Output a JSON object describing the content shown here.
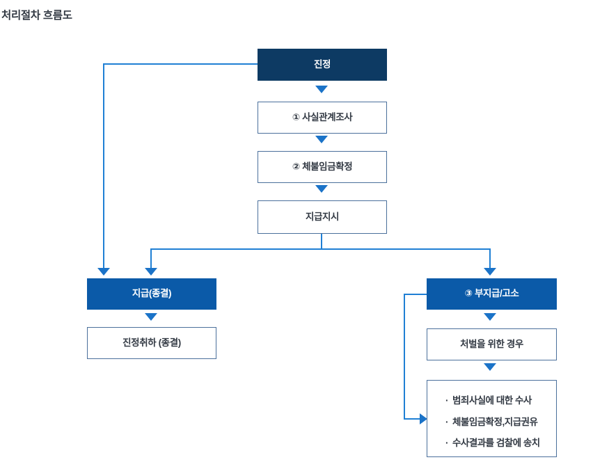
{
  "page": {
    "title": "처리절차 흐름도"
  },
  "colors": {
    "dark_navy": "#0d3a63",
    "medium_blue": "#0b5aa8",
    "connector_blue": "#1f7fd4",
    "arrow_blue": "#1b73c8",
    "box_border": "#4a6f9b",
    "text_dark": "#333a44",
    "background": "#ffffff"
  },
  "flowchart": {
    "type": "flowchart",
    "nodes": [
      {
        "id": "complaint",
        "label": "진정",
        "style": "dark"
      },
      {
        "id": "fact-survey",
        "label": "① 사실관계조사",
        "style": "plain"
      },
      {
        "id": "wage-confirm",
        "label": "② 체불임금확정",
        "style": "plain"
      },
      {
        "id": "payment-order",
        "label": "지급지시",
        "style": "plain"
      },
      {
        "id": "payment-closed",
        "label": "지급(종결)",
        "style": "blue"
      },
      {
        "id": "withdraw-closed",
        "label": "진정취하 (종결)",
        "style": "plain"
      },
      {
        "id": "nonpayment",
        "label": "③ 부지급/고소",
        "style": "blue"
      },
      {
        "id": "punishment-case",
        "label": "처벌을 위한 경우",
        "style": "plain"
      },
      {
        "id": "investigation",
        "label": "",
        "style": "list"
      }
    ],
    "investigation_items": [
      "범죄사실에 대한 수사",
      "체불임금확정,지급권유",
      "수사결과를 검찰에 송치"
    ],
    "bullet_glyph": "·",
    "edges": [
      {
        "from": "complaint",
        "to": "fact-survey"
      },
      {
        "from": "fact-survey",
        "to": "wage-confirm"
      },
      {
        "from": "wage-confirm",
        "to": "payment-order"
      },
      {
        "from": "payment-order",
        "to": "payment-closed"
      },
      {
        "from": "payment-order",
        "to": "nonpayment"
      },
      {
        "from": "complaint",
        "to": "payment-closed"
      },
      {
        "from": "payment-closed",
        "to": "withdraw-closed"
      },
      {
        "from": "nonpayment",
        "to": "punishment-case"
      },
      {
        "from": "punishment-case",
        "to": "investigation"
      },
      {
        "from": "nonpayment",
        "to": "investigation"
      }
    ]
  }
}
